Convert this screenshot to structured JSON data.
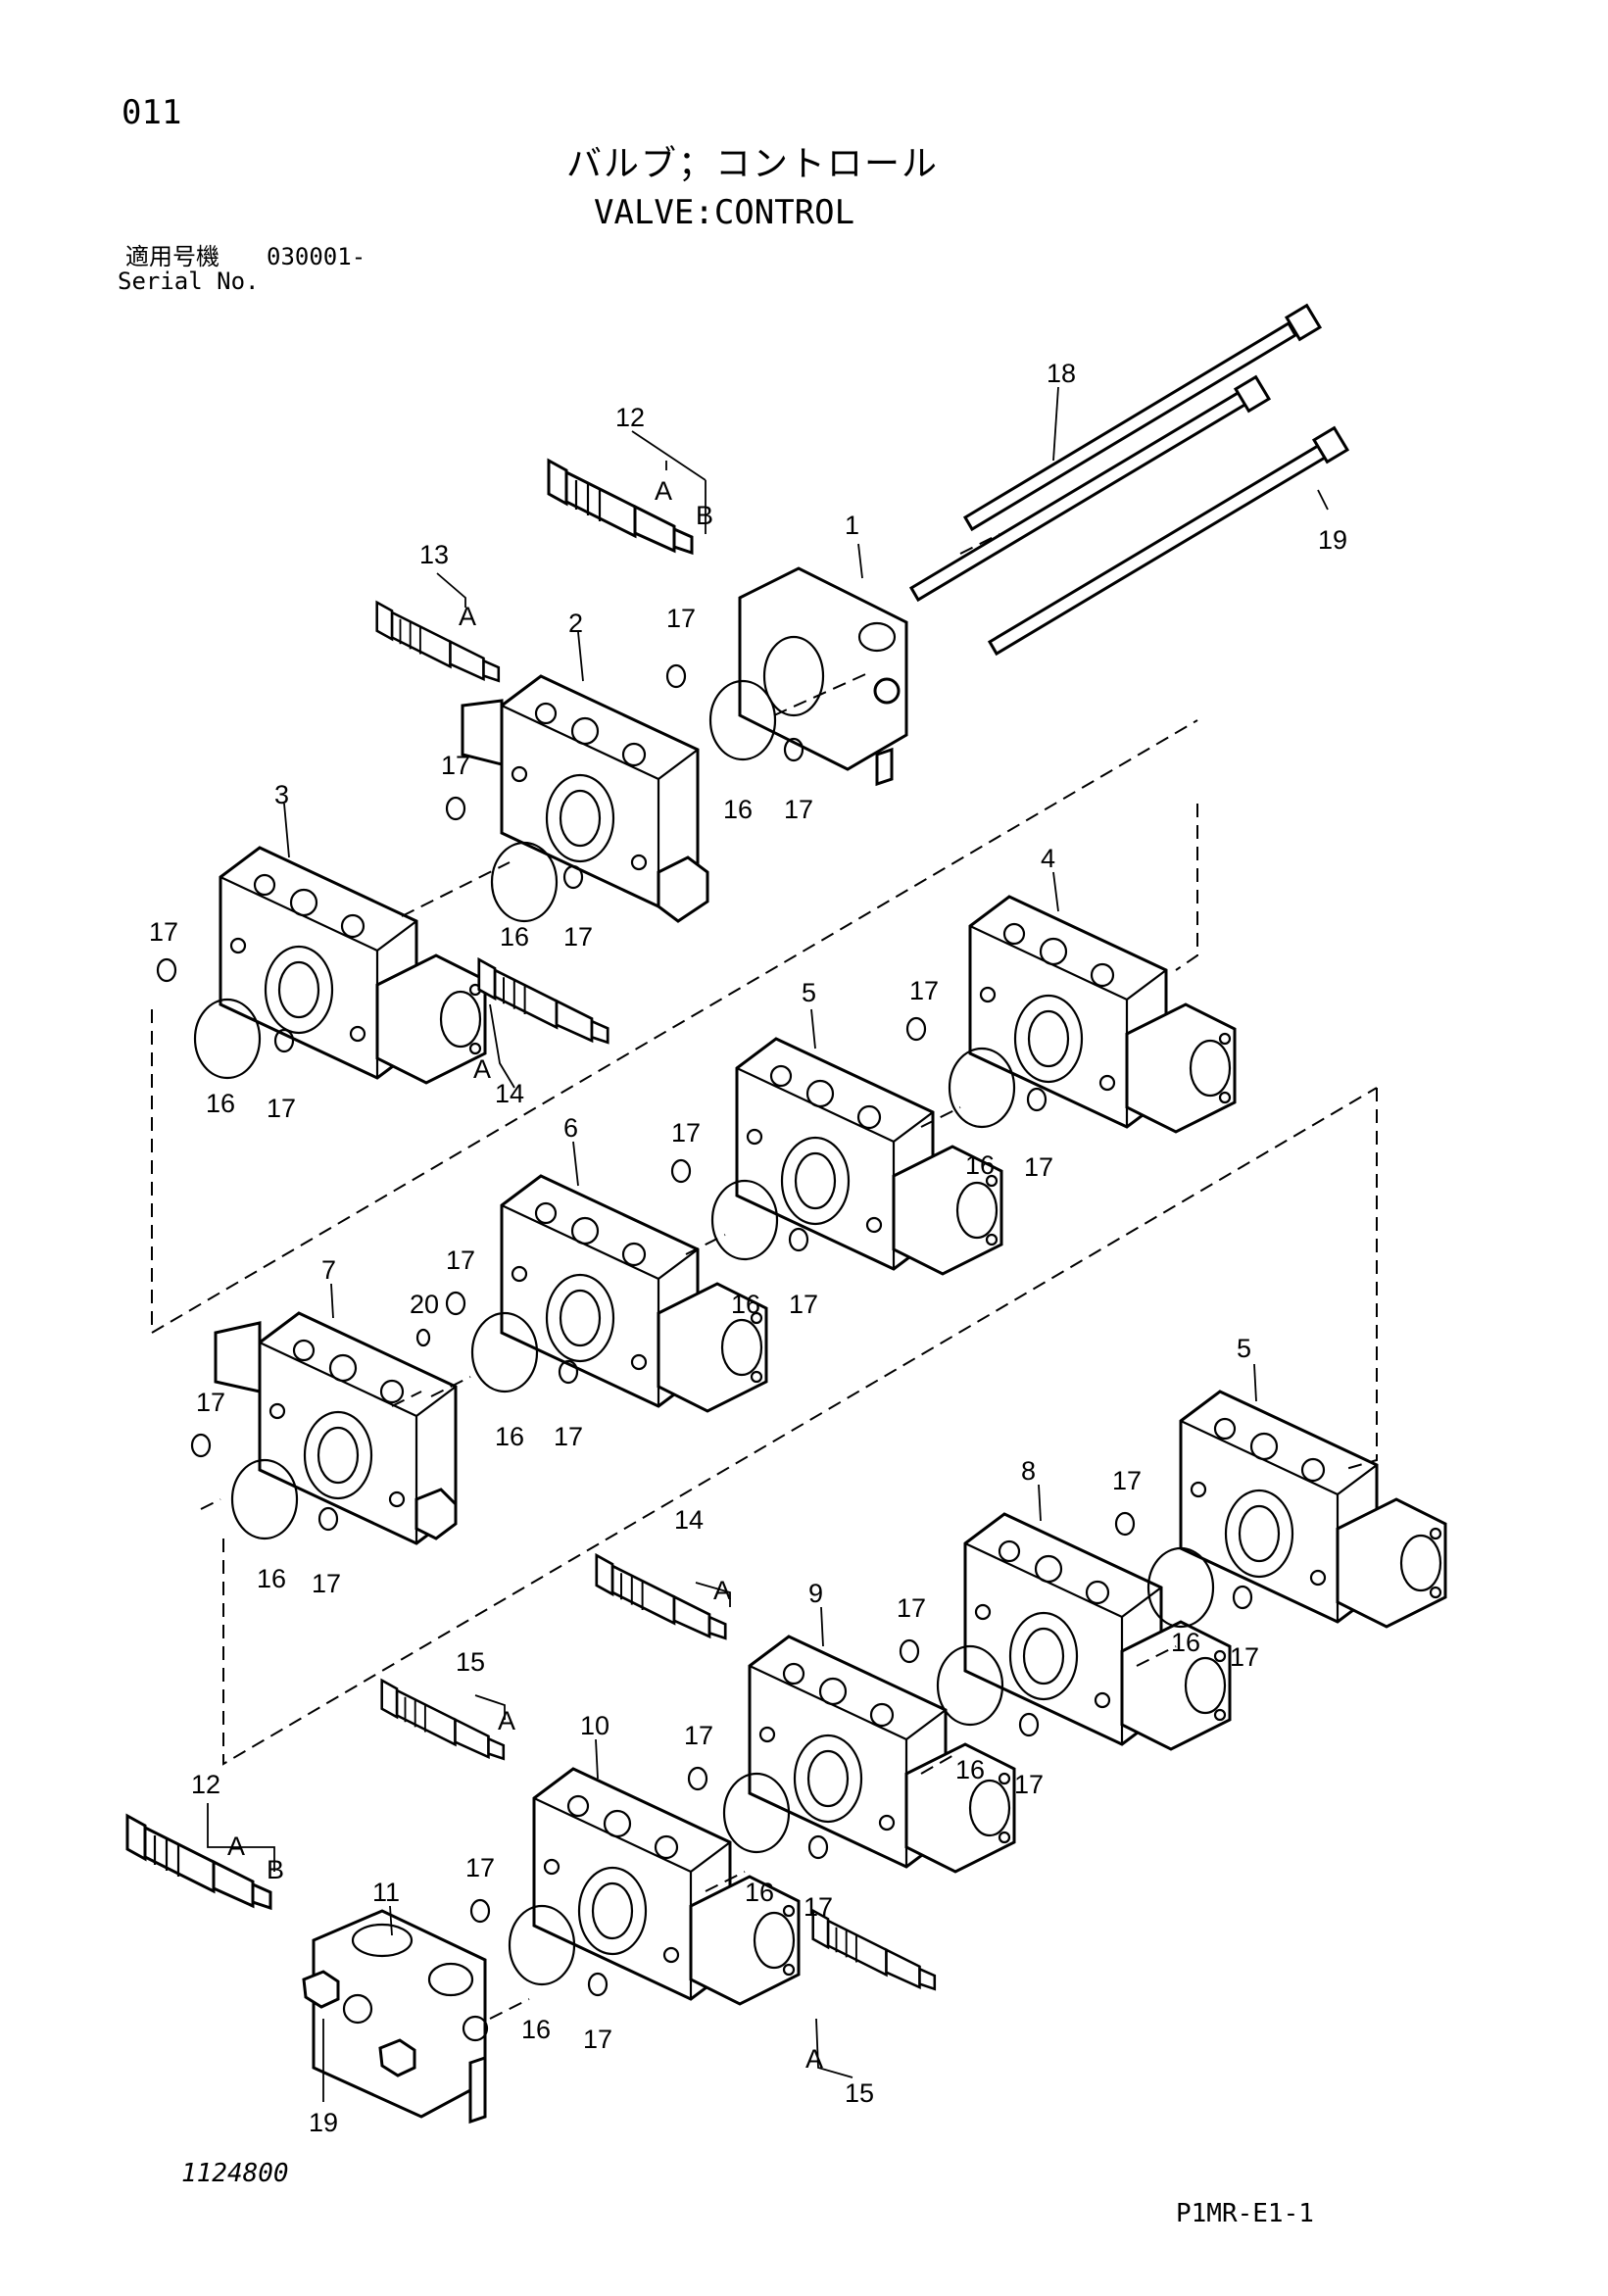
{
  "header": {
    "page_number": "011",
    "title_jp": "バルブ；コントロール",
    "title_en": "VALVE:CONTROL",
    "serial_label_jp": "適用号機",
    "serial_value": "030001-",
    "serial_label_en": "Serial No."
  },
  "footer": {
    "reference_number": "1124800",
    "page_code": "P1MR-E1-1"
  },
  "callouts": {
    "c1": "1",
    "c2": "2",
    "c3": "3",
    "c4": "4",
    "c5a": "5",
    "c5b": "5",
    "c6": "6",
    "c7": "7",
    "c8": "8",
    "c9": "9",
    "c10": "10",
    "c11": "11",
    "c12a": "12",
    "c12b": "12",
    "c13": "13",
    "c14a": "14",
    "c14b": "14",
    "c15a": "15",
    "c15b": "15",
    "c16a": "16",
    "c16b": "16",
    "c16c": "16",
    "c16d": "16",
    "c16e": "16",
    "c16f": "16",
    "c16g": "16",
    "c16h": "16",
    "c16i": "16",
    "c16j": "16",
    "c16k": "16",
    "c17a": "17",
    "c17b": "17",
    "c17c": "17",
    "c17d": "17",
    "c17e": "17",
    "c17f": "17",
    "c17g": "17",
    "c17h": "17",
    "c17i": "17",
    "c17j": "17",
    "c17k": "17",
    "c17l": "17",
    "c17m": "17",
    "c17n": "17",
    "c17o": "17",
    "c17p": "17",
    "c17q": "17",
    "c17r": "17",
    "c17s": "17",
    "c17t": "17",
    "c17u": "17",
    "c17v": "17",
    "c18": "18",
    "c19a": "19",
    "c19b": "19",
    "c20": "20",
    "A1": "A",
    "B1": "B",
    "A2": "A",
    "A3": "A",
    "A4": "A",
    "A5": "A",
    "A6": "A",
    "B6": "B",
    "A7": "A"
  }
}
